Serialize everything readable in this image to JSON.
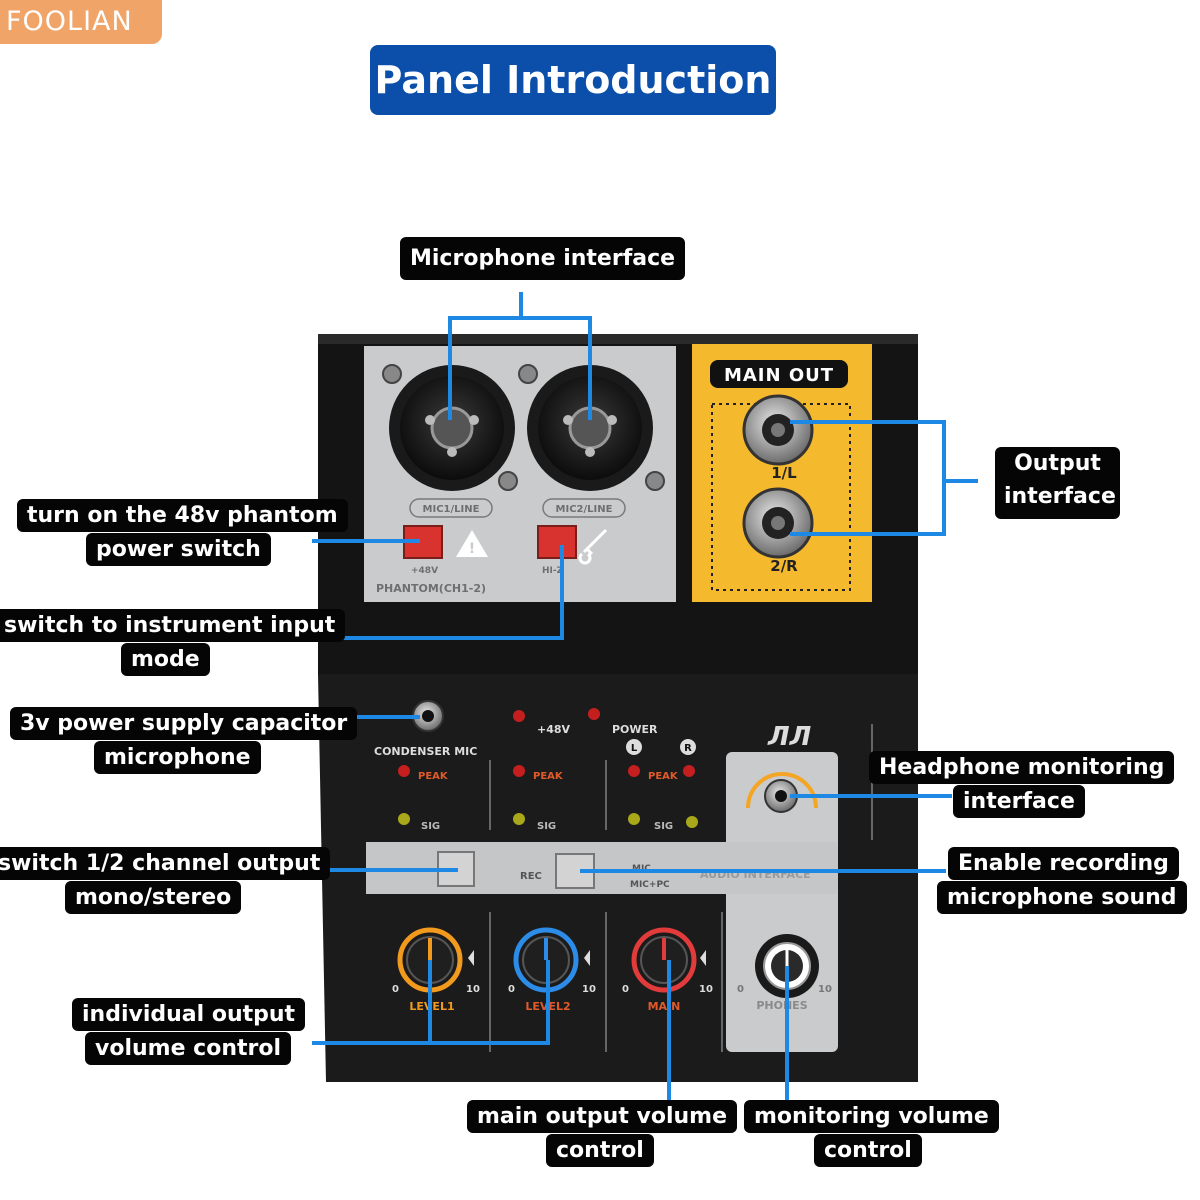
{
  "brand": "FOOLIAN",
  "title": "Panel Introduction",
  "device": {
    "mic1": "MIC1/LINE",
    "mic2": "MIC2/LINE",
    "plus48v": "+48V",
    "phantom": "PHANTOM(CH1-2)",
    "hiz": "HI-Z",
    "main_out": "MAIN OUT",
    "out1": "1/L",
    "out2": "2/R",
    "condenser_mic": "CONDENSER MIC",
    "led_48v": "+48V",
    "power": "POWER",
    "l": "L",
    "r": "R",
    "peak": "PEAK",
    "sig": "SIG",
    "rec": "REC",
    "mic": "MIC",
    "mic_pc": "MIC+PC",
    "audio_interface": "AUDIO INTERFACE",
    "knobs": [
      {
        "label": "LEVEL1",
        "color": "#f29a1e"
      },
      {
        "label": "LEVEL2",
        "color": "#2c8ce8"
      },
      {
        "label": "MAIN",
        "color": "#e23b3b"
      },
      {
        "label": "PHONES",
        "color": "#ffffff"
      }
    ],
    "scale_min": "0",
    "scale_max": "10"
  },
  "callouts": {
    "microphone_interface": "Microphone interface",
    "phantom_line1": "turn on the 48v phantom",
    "phantom_line2": "power switch",
    "instrument_line1": "switch to instrument input",
    "instrument_line2": "mode",
    "condenser_line1": "3v power supply capacitor",
    "condenser_line2": "microphone",
    "mono_line1": "switch 1/2 channel output",
    "mono_line2": "mono/stereo",
    "individual_line1": "individual output",
    "individual_line2": "volume control",
    "output_line1": "Output",
    "output_line2": "interface",
    "headphone_line1": "Headphone monitoring",
    "headphone_line2": "interface",
    "recording_line1": "Enable recording",
    "recording_line2": "microphone sound",
    "main_volume_line1": "main output volume",
    "main_volume_line2": "control",
    "monitor_volume_line1": "monitoring volume",
    "monitor_volume_line2": "control"
  },
  "colors": {
    "title_bg": "#0b4faa",
    "brand_bg": "#f0a468",
    "wire": "#1e88e5",
    "out_panel": "#f5b92e"
  }
}
